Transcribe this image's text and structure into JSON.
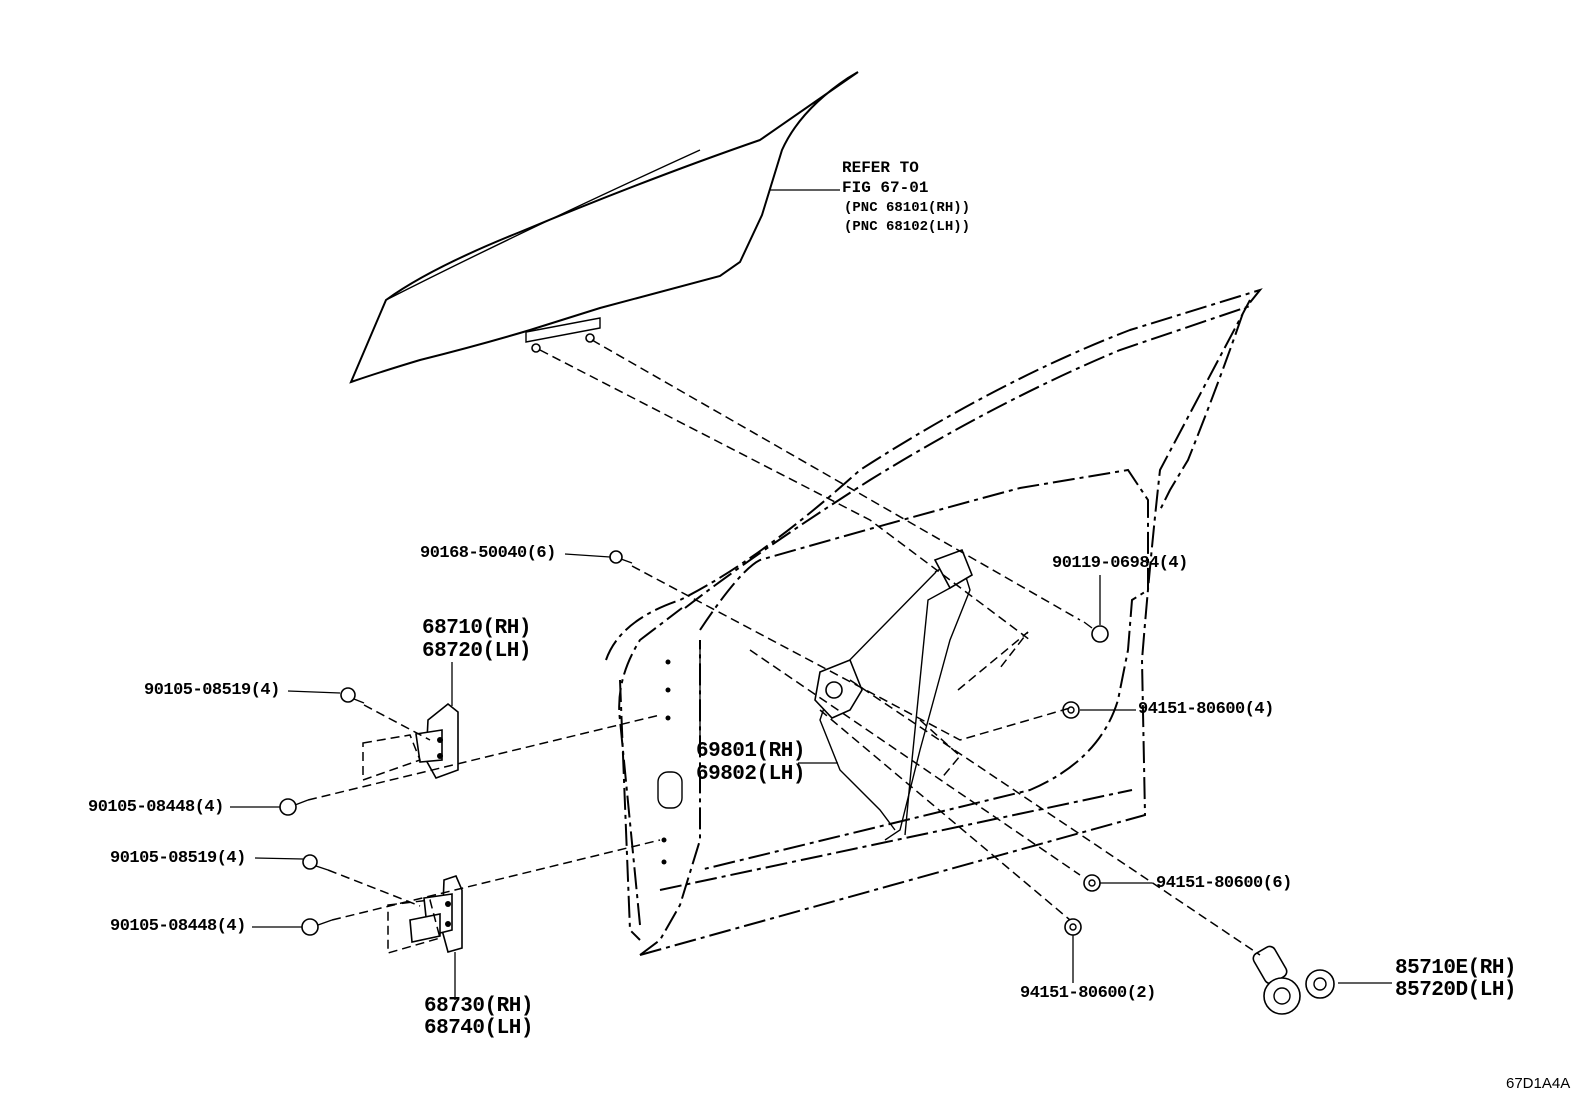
{
  "figure_id": "67D1A4A",
  "labels": {
    "refer_line1": "REFER TO",
    "refer_line2": "FIG 67-01",
    "refer_line3": "(PNC 68101(RH))",
    "refer_line4": "(PNC 68102(LH))",
    "p90168": "90168-50040(6)",
    "p90119": "90119-06984(4)",
    "p68710": "68710(RH)",
    "p68720": "68720(LH)",
    "p90105_a": "90105-08519(4)",
    "p94151_4": "94151-80600(4)",
    "p69801": "69801(RH)",
    "p69802": "69802(LH)",
    "p90105_b": "90105-08448(4)",
    "p90105_c": "90105-08519(4)",
    "p94151_6": "94151-80600(6)",
    "p90105_d": "90105-08448(4)",
    "p85710": "85710E(RH)",
    "p85720": "85720D(LH)",
    "p94151_2": "94151-80600(2)",
    "p68730": "68730(RH)",
    "p68740": "68740(LH)"
  },
  "icons": [
    "door-glass-outline",
    "door-frame-outline",
    "window-regulator",
    "upper-hinge",
    "lower-hinge",
    "regulator-motor",
    "bolt-icon",
    "nut-icon"
  ]
}
